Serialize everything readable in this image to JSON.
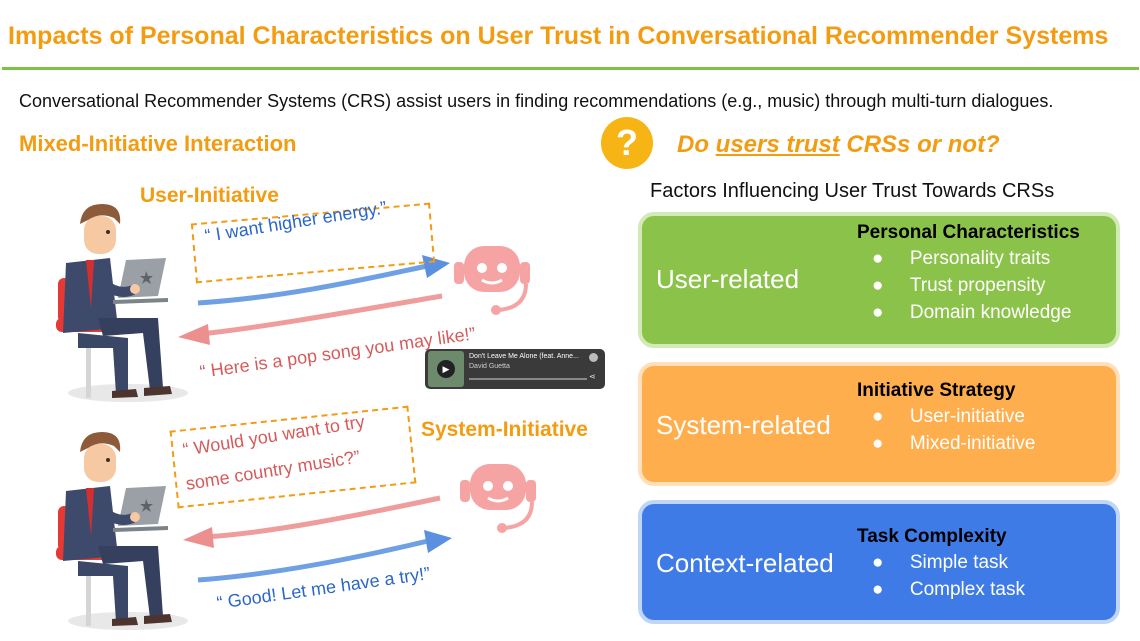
{
  "title": "Impacts of Personal Characteristics on User Trust in Conversational Recommender Systems",
  "intro": "Conversational Recommender Systems (CRS) assist users in finding recommendations (e.g., music) through multi-turn dialogues.",
  "left": {
    "heading": "Mixed-Initiative Interaction",
    "user_initiative": {
      "label": "User-Initiative",
      "user_utterance": "“ I want higher energy.”",
      "system_utterance": "“ Here is a pop song you may like!”"
    },
    "system_initiative": {
      "label": "System-Initiative",
      "system_utterance_line1": "“ Would you want to try",
      "system_utterance_line2": "some country music?”",
      "user_utterance": "“ Good! Let me have a try!”"
    },
    "music_card": {
      "title": "Don't Leave Me Alone (feat. Anne...",
      "artist": "David Guetta"
    }
  },
  "right": {
    "question_mark": "?",
    "question_pre": "Do ",
    "question_emph": "users trust",
    "question_post": " CRSs or not?",
    "factors_title": "Factors Influencing User Trust Towards CRSs",
    "panels": [
      {
        "category": "User-related",
        "heading": "Personal Characteristics",
        "items": [
          "Personality traits",
          "Trust propensity",
          "Domain knowledge"
        ],
        "color": "#8BC34A"
      },
      {
        "category": "System-related",
        "heading": "Initiative Strategy",
        "items": [
          "User-initiative",
          "Mixed-initiative"
        ],
        "color": "#FFAE4D"
      },
      {
        "category": "Context-related",
        "heading": "Task Complexity",
        "items": [
          "Simple task",
          "Complex task"
        ],
        "color": "#3E7BE6"
      }
    ]
  },
  "bullet": "●",
  "colors": {
    "accent_orange": "#F39C12",
    "rule_green": "#7DC242",
    "user_blue": "#2A67C8",
    "system_red": "#D75A5A",
    "robot_pink": "#F5A3A3"
  }
}
